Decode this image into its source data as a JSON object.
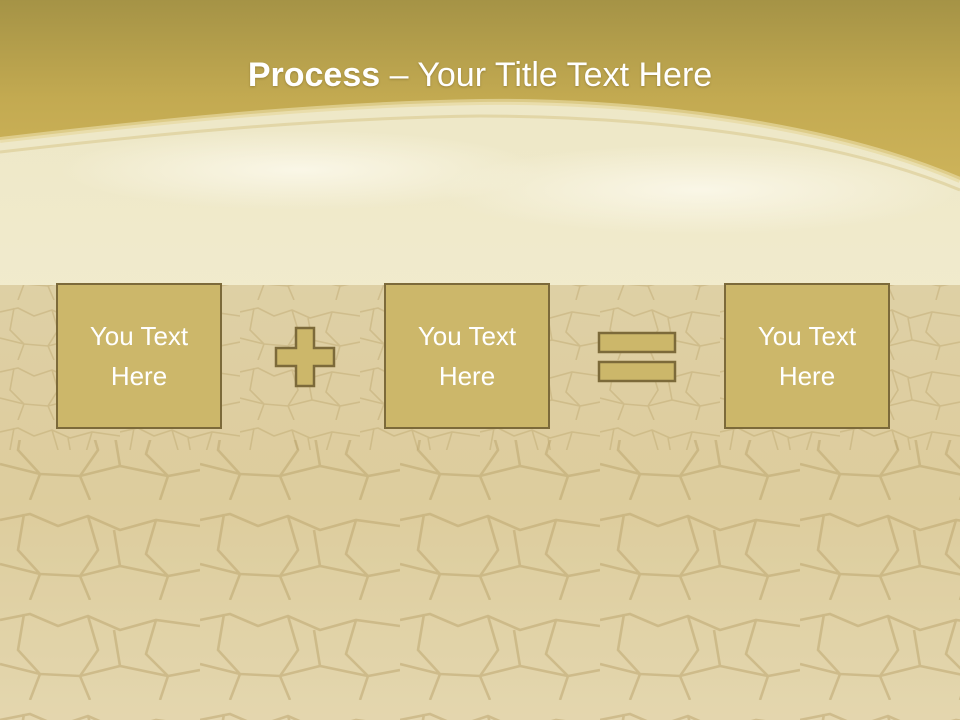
{
  "slide": {
    "title_strong": "Process",
    "title_rest": " – Your Title Text Here",
    "boxes": [
      {
        "text": "You Text Here"
      },
      {
        "text": "You Text Here"
      },
      {
        "text": "You Text Here"
      }
    ],
    "operators": [
      "plus-icon",
      "equals-icon"
    ]
  },
  "colors": {
    "header_gold": "#c9b04f",
    "box_fill": "#ccb76a",
    "box_border": "#7c6a3a",
    "text": "#ffffff"
  }
}
